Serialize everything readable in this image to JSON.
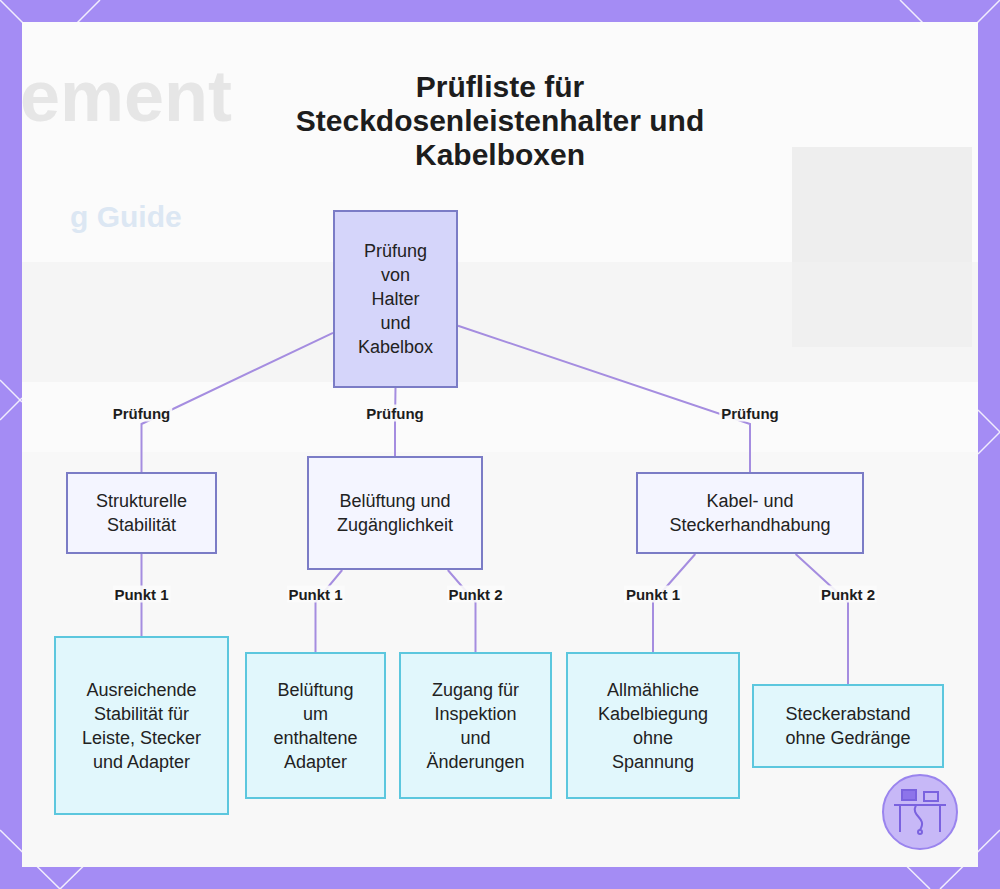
{
  "diagram": {
    "title": "Prüfliste für Steckdosenleistenhalter und Kabelboxen",
    "nodes": [
      {
        "text": [
          "Prüfung von Halter und Kabelbox"
        ]
      },
      {
        "text": [
          "Strukturelle Stabilität"
        ]
      },
      {
        "text": [
          "Belüftung und Zugänglichkeit"
        ]
      },
      {
        "text": [
          "Kabel- und Steckerhandhabung"
        ]
      },
      {
        "text": [
          "Ausreichende Stabilität für Leiste, Stecker und Adapter"
        ]
      },
      {
        "text": [
          "Belüftung um enthaltene Adapter"
        ]
      },
      {
        "text": [
          "Zugang für Inspektion und Änderungen"
        ]
      },
      {
        "text": [
          "Allmähliche Kabelbiegung ohne Spannung"
        ]
      },
      {
        "text": [
          "Steckerabstand ohne Gedränge"
        ]
      }
    ],
    "edges": [
      {
        "from": 0,
        "to": 1,
        "label": "Prüfung",
        "arrow": "none"
      },
      {
        "from": 0,
        "to": 2,
        "label": "Prüfung",
        "arrow": "none"
      },
      {
        "from": 0,
        "to": 3,
        "label": "Prüfung",
        "arrow": "none"
      },
      {
        "from": 1,
        "to": 4,
        "label": "Punkt 1",
        "arrow": "none"
      },
      {
        "from": 2,
        "to": 5,
        "label": "Punkt 1",
        "arrow": "none"
      },
      {
        "from": 2,
        "to": 6,
        "label": "Punkt 2",
        "arrow": "none"
      },
      {
        "from": 3,
        "to": 7,
        "label": "Punkt 1",
        "arrow": "none"
      },
      {
        "from": 3,
        "to": 8,
        "label": "Punkt 2",
        "arrow": "none"
      }
    ],
    "labels": [
      "ement",
      "g Guide"
    ]
  }
}
